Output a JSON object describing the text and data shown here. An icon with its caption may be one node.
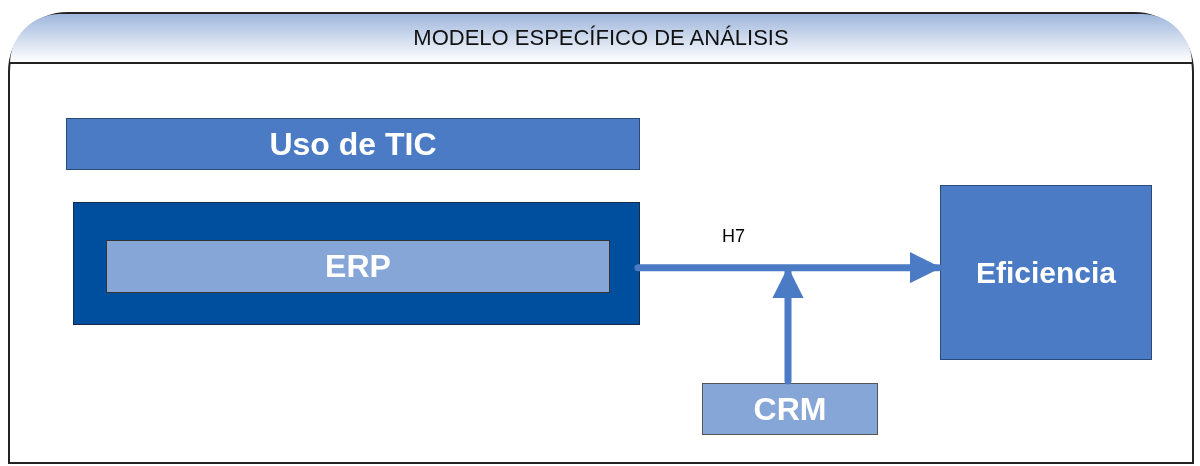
{
  "diagram": {
    "nodes": [
      {
        "text": [
          "MODELO ESPECÍFICO DE ANÁLISIS"
        ]
      },
      {
        "text": [
          "Uso de TIC"
        ],
        "in": 0
      },
      {
        "text": [],
        "shape": "box",
        "in": 0
      },
      {
        "text": [
          "ERP"
        ],
        "in": 2
      },
      {
        "text": [
          "Eficiencia"
        ],
        "in": 0
      },
      {
        "text": [
          "CRM"
        ],
        "in": 0
      }
    ],
    "edges": [
      {
        "from": 2,
        "to": 4,
        "arrow": "to",
        "label": "H7"
      },
      {
        "from": 5,
        "to": null,
        "arrow": "to"
      }
    ]
  }
}
